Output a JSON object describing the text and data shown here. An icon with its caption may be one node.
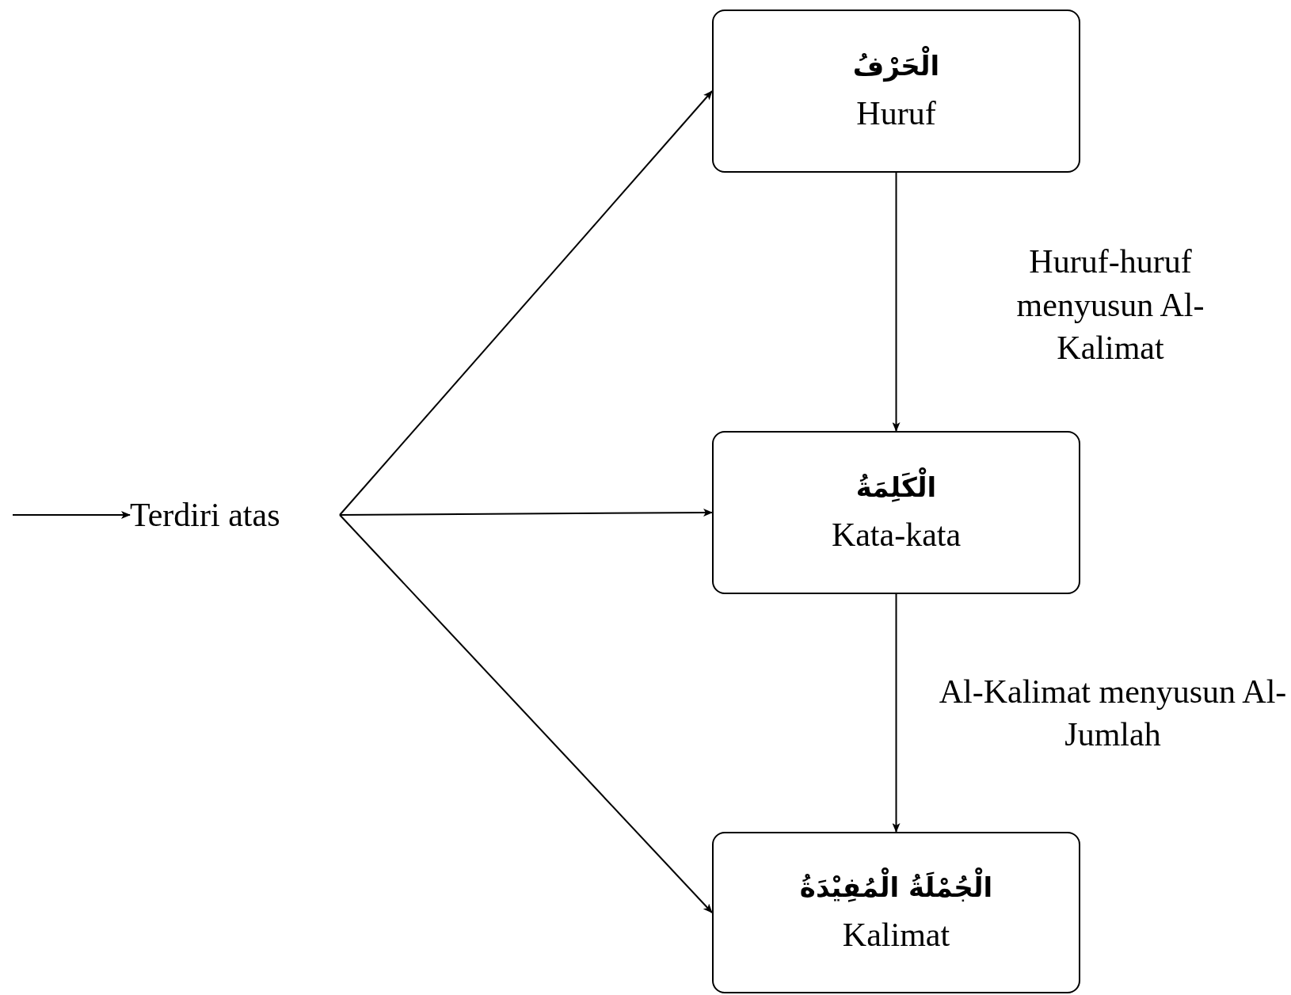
{
  "diagram": {
    "nodes": [
      {
        "text": [
          "Terdiri atas"
        ]
      },
      {
        "text": [
          "الْحَرْفُ",
          "Huruf"
        ]
      },
      {
        "text": [
          "الْكَلِمَةُ",
          "Kata-kata"
        ]
      },
      {
        "text": [
          "الْجُمْلَةُ الْمُفِيْدَةُ",
          "Kalimat"
        ]
      }
    ],
    "edges": [
      {
        "from": null,
        "to": 0,
        "arrow": "to"
      },
      {
        "from": 0,
        "to": 1,
        "arrow": "to"
      },
      {
        "from": 0,
        "to": 2,
        "arrow": "to"
      },
      {
        "from": 0,
        "to": 3,
        "arrow": "to"
      },
      {
        "from": 1,
        "to": 2,
        "arrow": "to",
        "label": "Huruf-huruf menyusun Al-Kalimat"
      },
      {
        "from": 2,
        "to": 3,
        "arrow": "to",
        "label": "Al-Kalimat menyusun Al-Jumlah"
      }
    ]
  }
}
